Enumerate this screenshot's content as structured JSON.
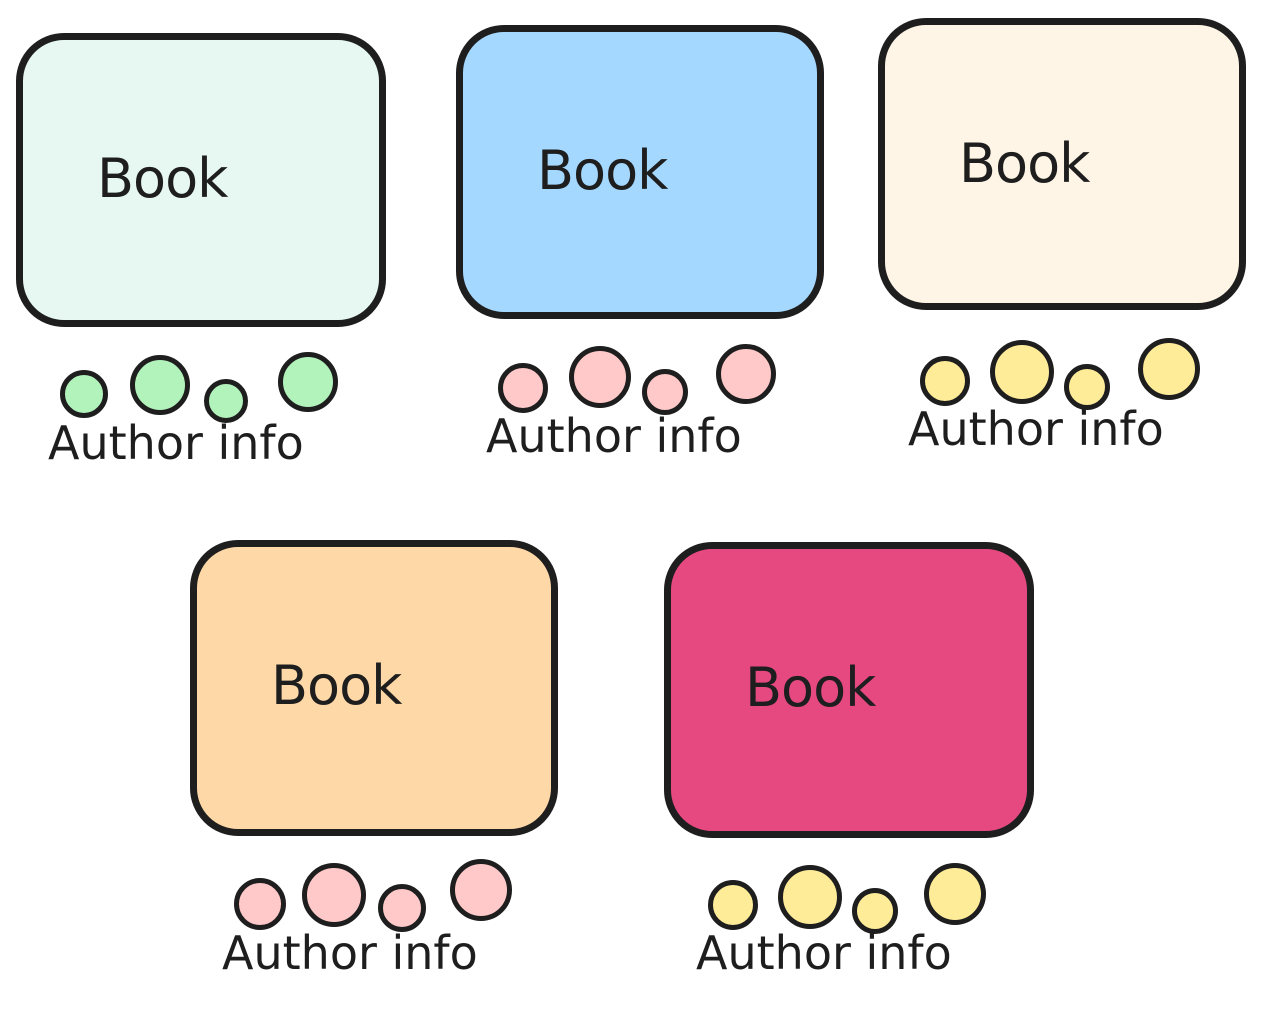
{
  "colors": {
    "stroke": "#1e1e1e",
    "green_dot": "#b2f2bb",
    "pink_dot": "#ffc9c9",
    "yellow_dot": "#ffec99"
  },
  "cards": [
    {
      "id": "mint",
      "label": "Book",
      "caption": "Author info",
      "fill": "#e6f8f1",
      "dot_color": "#b2f2bb"
    },
    {
      "id": "blue",
      "label": "Book",
      "caption": "Author info",
      "fill": "#a5d8ff",
      "dot_color": "#ffc9c9"
    },
    {
      "id": "cream",
      "label": "Book",
      "caption": "Author info",
      "fill": "#fff5e6",
      "dot_color": "#ffec99"
    },
    {
      "id": "peach",
      "label": "Book",
      "caption": "Author info",
      "fill": "#ffd8a8",
      "dot_color": "#ffc9c9"
    },
    {
      "id": "magenta",
      "label": "Book",
      "caption": "Author info",
      "fill": "#e64980",
      "dot_color": "#ffec99"
    }
  ]
}
